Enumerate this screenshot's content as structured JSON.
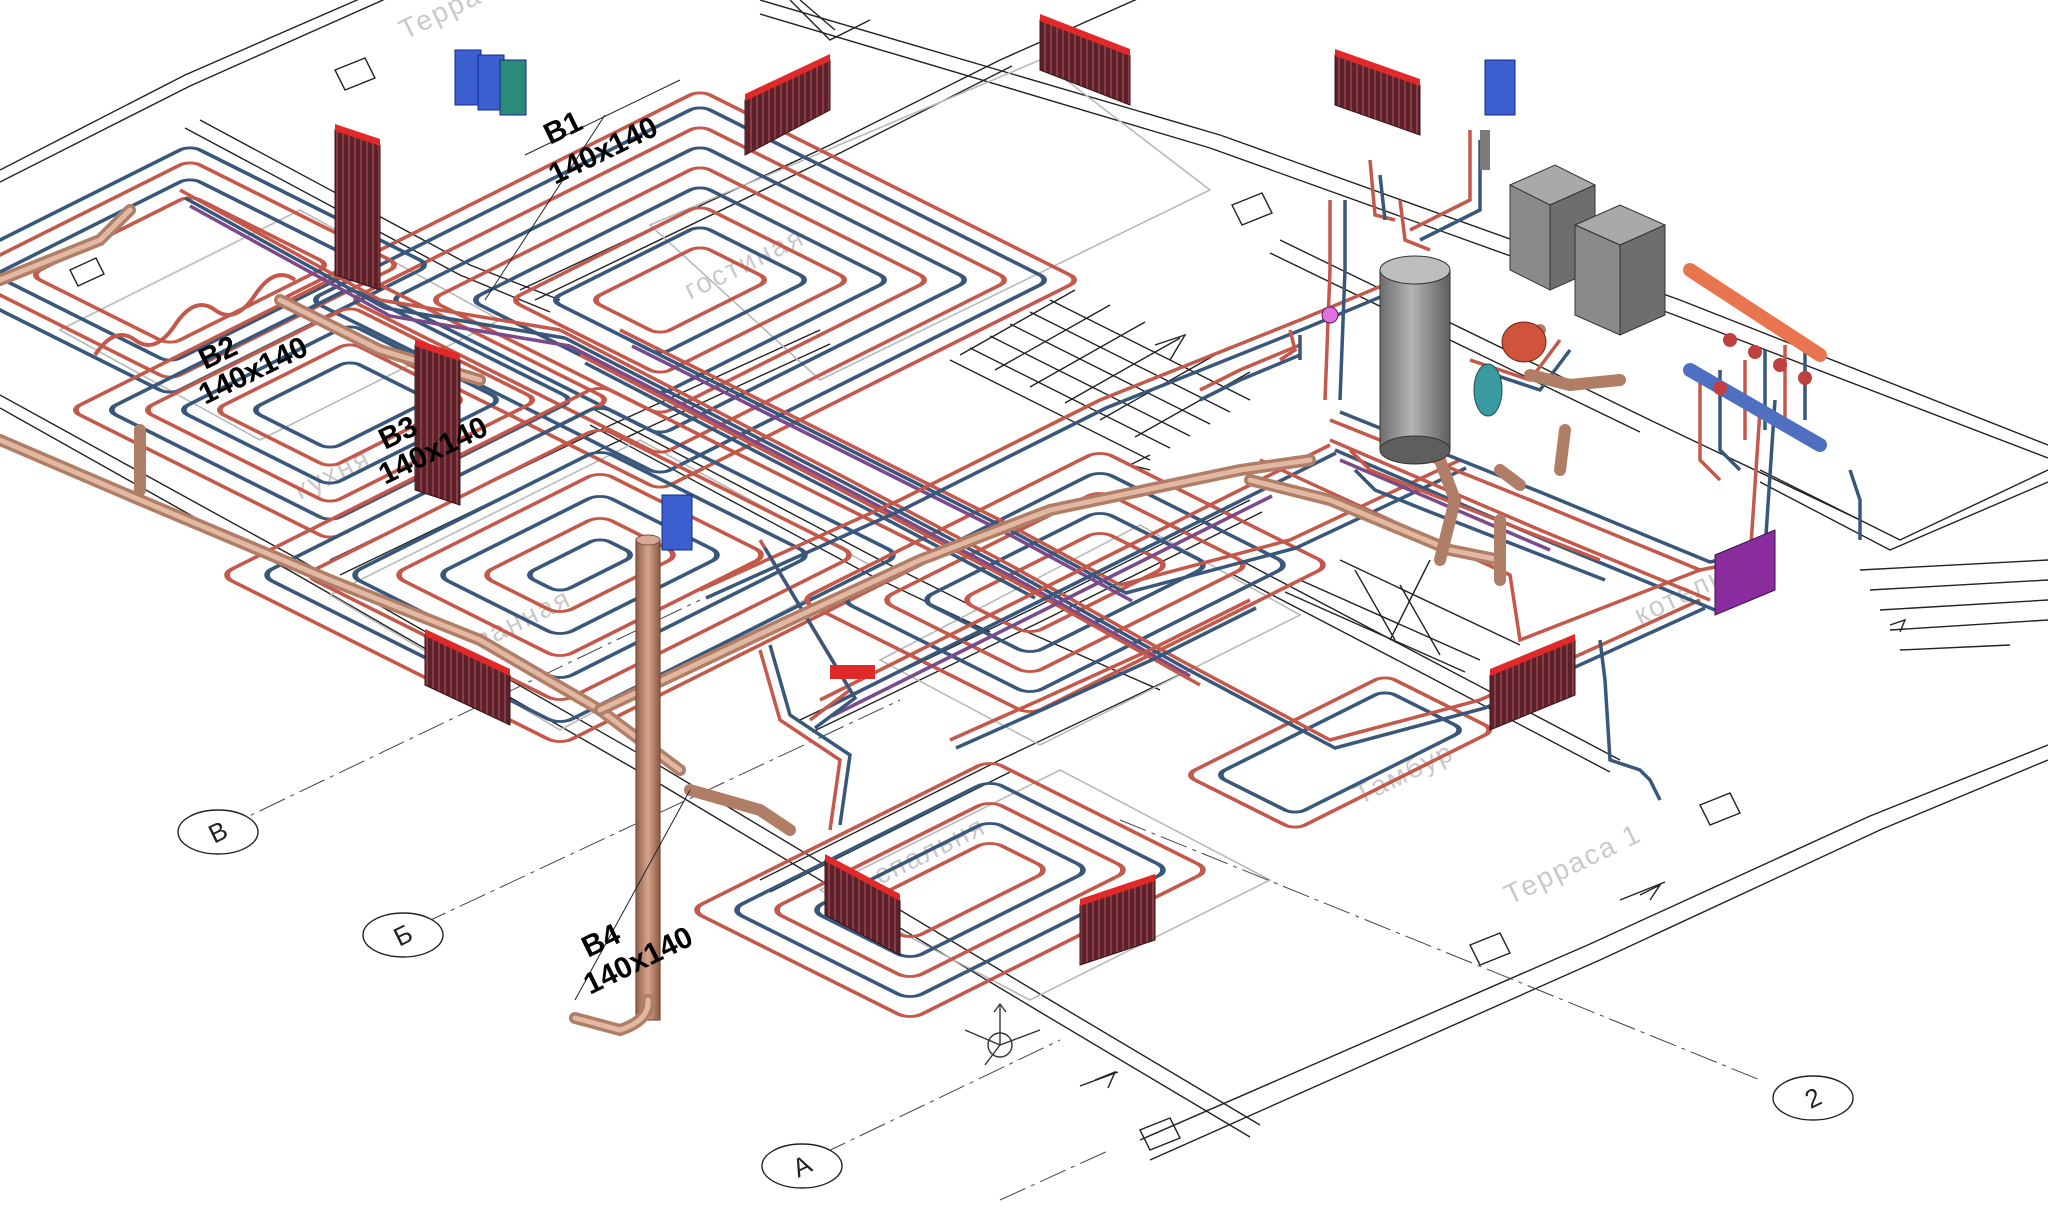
{
  "duct_labels": [
    {
      "id": "b1",
      "name": "В1",
      "size": "140x140"
    },
    {
      "id": "b2",
      "name": "В2",
      "size": "140x140"
    },
    {
      "id": "b3",
      "name": "В3",
      "size": "140x140"
    },
    {
      "id": "b4",
      "name": "В4",
      "size": "140x140"
    }
  ],
  "room_labels": {
    "terrace_top": "Терра",
    "room_a": "гостиная",
    "room_b": "кухня",
    "room_c": "ванная",
    "room_d": "спальня",
    "vestibule": "Тамбур",
    "terrace_1": "Терраса 1",
    "boiler": "котельная"
  },
  "axis_markers": {
    "v": "В",
    "b": "Б",
    "a": "А",
    "n2": "2"
  },
  "colors": {
    "supply": "#c4584a",
    "return": "#39577a",
    "duct": "#b07e66",
    "radiator": "#6b2b33",
    "radiator_cap": "#e02a2a",
    "boiler": "#8a8a8a",
    "manifold_supply": "#e8754f",
    "manifold_return": "#4f6fc0",
    "grille": "#3c5fd0"
  },
  "icons": [
    "radiator-icon",
    "boiler-icon",
    "tank-icon",
    "manifold-icon",
    "grille-icon",
    "coordinate-system-icon"
  ]
}
